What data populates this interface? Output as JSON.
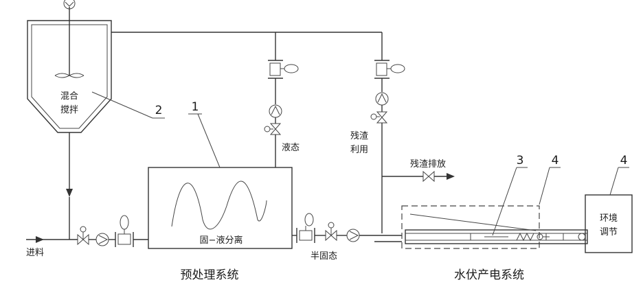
{
  "labels": {
    "mixing_line1": "混合",
    "mixing_line2": "搅拌",
    "callout_2": "2",
    "callout_1": "1",
    "callout_3": "3",
    "callout_4a": "4",
    "callout_4b": "4",
    "liquid": "液态",
    "residue_use_line1": "残渣",
    "residue_use_line2": "利用",
    "residue_discharge": "残渣排放",
    "separation": "固−液分离",
    "feed": "进料",
    "semi_solid": "半固态",
    "pretreatment_system": "预处理系统",
    "pv_system": "水伏产电系统",
    "env_line1": "环境",
    "env_line2": "调节"
  }
}
